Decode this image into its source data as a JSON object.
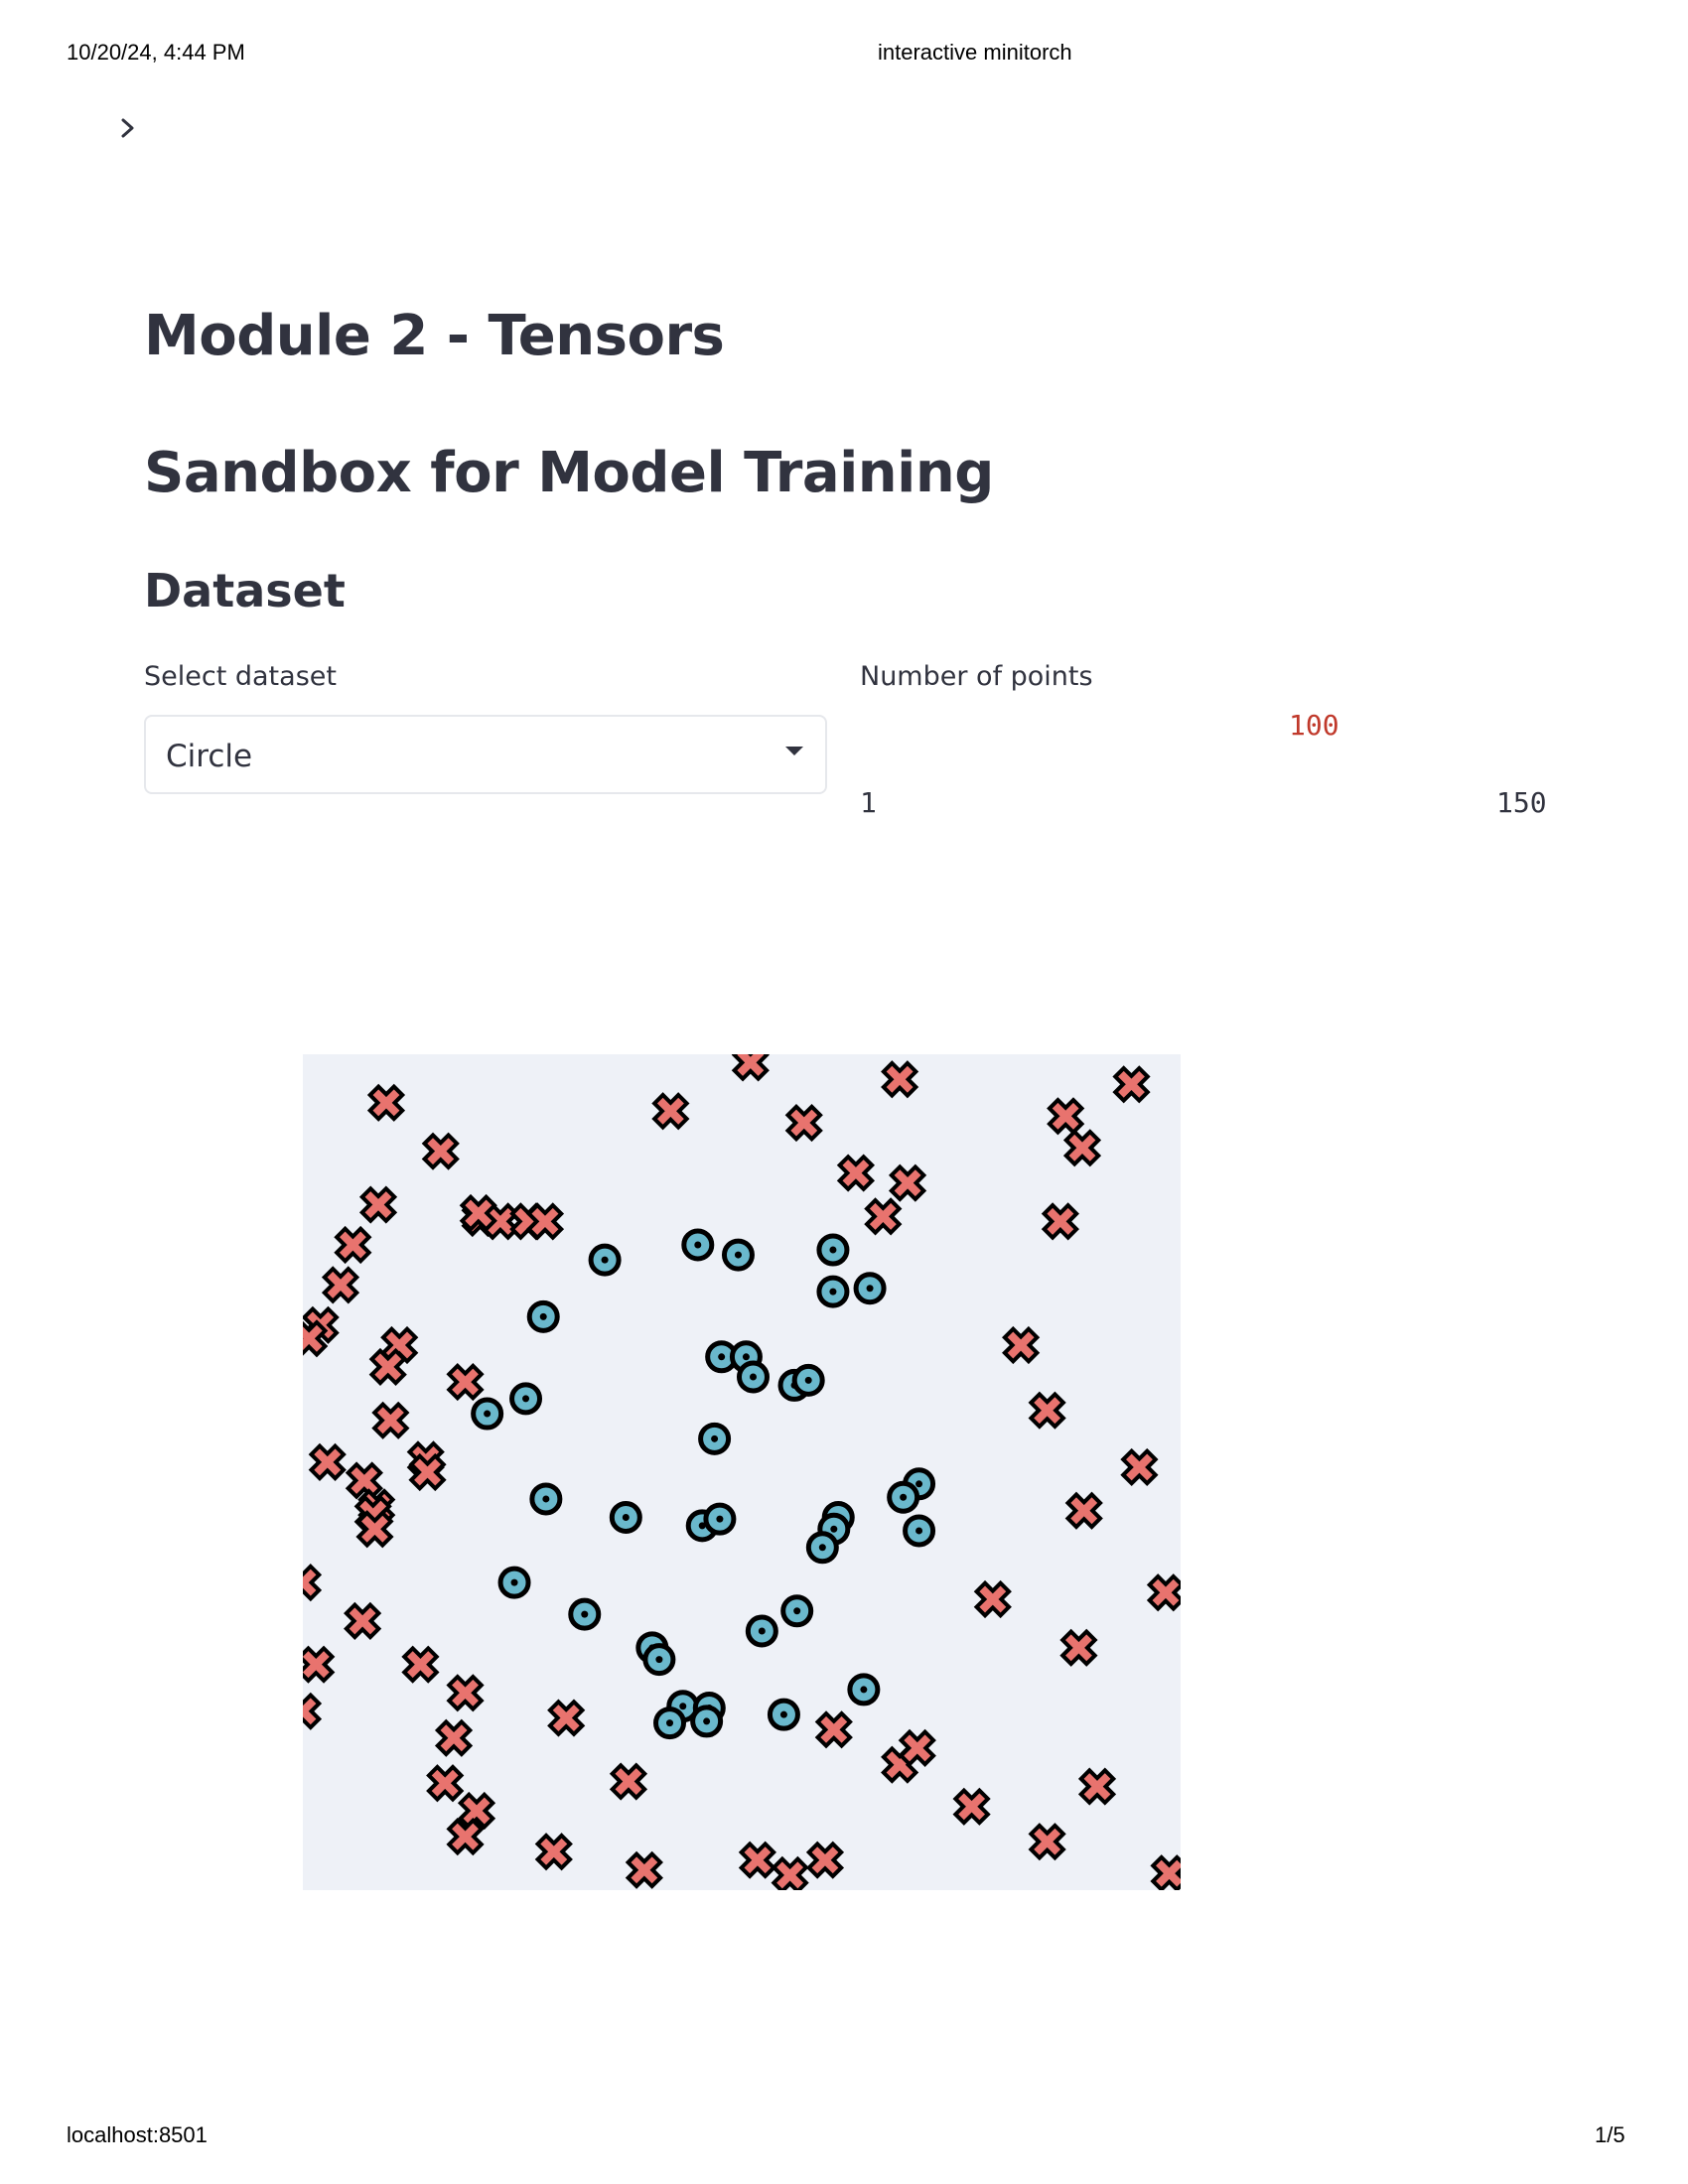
{
  "print_header": {
    "datetime": "10/20/24, 4:44 PM",
    "title": "interactive minitorch"
  },
  "print_footer": {
    "url": "localhost:8501",
    "page": "1/5"
  },
  "sidebar": {
    "toggle_icon": "chevron-right-icon"
  },
  "main": {
    "title": "Module 2 - Tensors",
    "subtitle": "Sandbox for Model Training",
    "section": "Dataset",
    "dataset_select": {
      "label": "Select dataset",
      "value": "Circle",
      "icon": "caret-down-icon"
    },
    "points_slider": {
      "label": "Number of points",
      "value": "100",
      "min": "1",
      "max": "150",
      "value_color": "#c0392b"
    }
  },
  "chart_data": {
    "type": "scatter",
    "title": "",
    "xlabel": "",
    "ylabel": "",
    "xlim": [
      0,
      1
    ],
    "ylim": [
      0,
      1
    ],
    "grid": false,
    "legend": "none",
    "background": "#eef1f7",
    "series": [
      {
        "marker": "x",
        "color": "#e8736e",
        "points": [
          [
            0.095,
            0.942
          ],
          [
            0.157,
            0.884
          ],
          [
            0.086,
            0.82
          ],
          [
            0.057,
            0.772
          ],
          [
            0.043,
            0.724
          ],
          [
            0.02,
            0.676
          ],
          [
            0.007,
            0.66
          ],
          [
            0.11,
            0.652
          ],
          [
            0.097,
            0.626
          ],
          [
            0.185,
            0.608
          ],
          [
            0.1,
            0.562
          ],
          [
            0.028,
            0.512
          ],
          [
            0.07,
            0.49
          ],
          [
            0.14,
            0.515
          ],
          [
            0.142,
            0.5
          ],
          [
            0.084,
            0.458
          ],
          [
            0.08,
            0.45
          ],
          [
            0.082,
            0.432
          ],
          [
            0.0,
            0.368
          ],
          [
            0.068,
            0.322
          ],
          [
            0.015,
            0.27
          ],
          [
            0.0,
            0.214
          ],
          [
            0.134,
            0.27
          ],
          [
            0.185,
            0.236
          ],
          [
            0.172,
            0.182
          ],
          [
            0.162,
            0.128
          ],
          [
            0.198,
            0.095
          ],
          [
            0.185,
            0.064
          ],
          [
            0.286,
            0.046
          ],
          [
            0.389,
            0.024
          ],
          [
            0.3,
            0.206
          ],
          [
            0.371,
            0.13
          ],
          [
            0.202,
            0.804
          ],
          [
            0.225,
            0.8
          ],
          [
            0.257,
            0.8
          ],
          [
            0.276,
            0.8
          ],
          [
            0.2,
            0.81
          ],
          [
            0.419,
            0.932
          ],
          [
            0.51,
            0.99
          ],
          [
            0.571,
            0.918
          ],
          [
            0.63,
            0.858
          ],
          [
            0.68,
            0.97
          ],
          [
            0.689,
            0.846
          ],
          [
            0.661,
            0.806
          ],
          [
            0.869,
            0.926
          ],
          [
            0.888,
            0.888
          ],
          [
            0.944,
            0.964
          ],
          [
            0.863,
            0.8
          ],
          [
            0.818,
            0.652
          ],
          [
            0.848,
            0.574
          ],
          [
            0.953,
            0.506
          ],
          [
            0.89,
            0.454
          ],
          [
            0.786,
            0.348
          ],
          [
            0.884,
            0.29
          ],
          [
            0.983,
            0.356
          ],
          [
            0.605,
            0.192
          ],
          [
            0.68,
            0.15
          ],
          [
            0.7,
            0.17
          ],
          [
            0.762,
            0.1
          ],
          [
            0.848,
            0.058
          ],
          [
            0.905,
            0.124
          ],
          [
            0.987,
            0.02
          ],
          [
            0.518,
            0.036
          ],
          [
            0.555,
            0.018
          ],
          [
            0.595,
            0.036
          ]
        ]
      },
      {
        "marker": "o",
        "color": "#6ab8cc",
        "points": [
          [
            0.344,
            0.754
          ],
          [
            0.45,
            0.772
          ],
          [
            0.496,
            0.76
          ],
          [
            0.604,
            0.766
          ],
          [
            0.604,
            0.716
          ],
          [
            0.646,
            0.72
          ],
          [
            0.274,
            0.686
          ],
          [
            0.477,
            0.638
          ],
          [
            0.505,
            0.638
          ],
          [
            0.513,
            0.614
          ],
          [
            0.56,
            0.604
          ],
          [
            0.576,
            0.61
          ],
          [
            0.254,
            0.588
          ],
          [
            0.21,
            0.57
          ],
          [
            0.469,
            0.54
          ],
          [
            0.702,
            0.486
          ],
          [
            0.684,
            0.47
          ],
          [
            0.702,
            0.43
          ],
          [
            0.277,
            0.468
          ],
          [
            0.368,
            0.446
          ],
          [
            0.455,
            0.436
          ],
          [
            0.475,
            0.444
          ],
          [
            0.61,
            0.446
          ],
          [
            0.605,
            0.432
          ],
          [
            0.592,
            0.41
          ],
          [
            0.241,
            0.368
          ],
          [
            0.321,
            0.33
          ],
          [
            0.563,
            0.334
          ],
          [
            0.523,
            0.31
          ],
          [
            0.398,
            0.29
          ],
          [
            0.406,
            0.276
          ],
          [
            0.433,
            0.22
          ],
          [
            0.463,
            0.218
          ],
          [
            0.418,
            0.2
          ],
          [
            0.46,
            0.202
          ],
          [
            0.548,
            0.21
          ],
          [
            0.639,
            0.24
          ]
        ]
      }
    ]
  }
}
